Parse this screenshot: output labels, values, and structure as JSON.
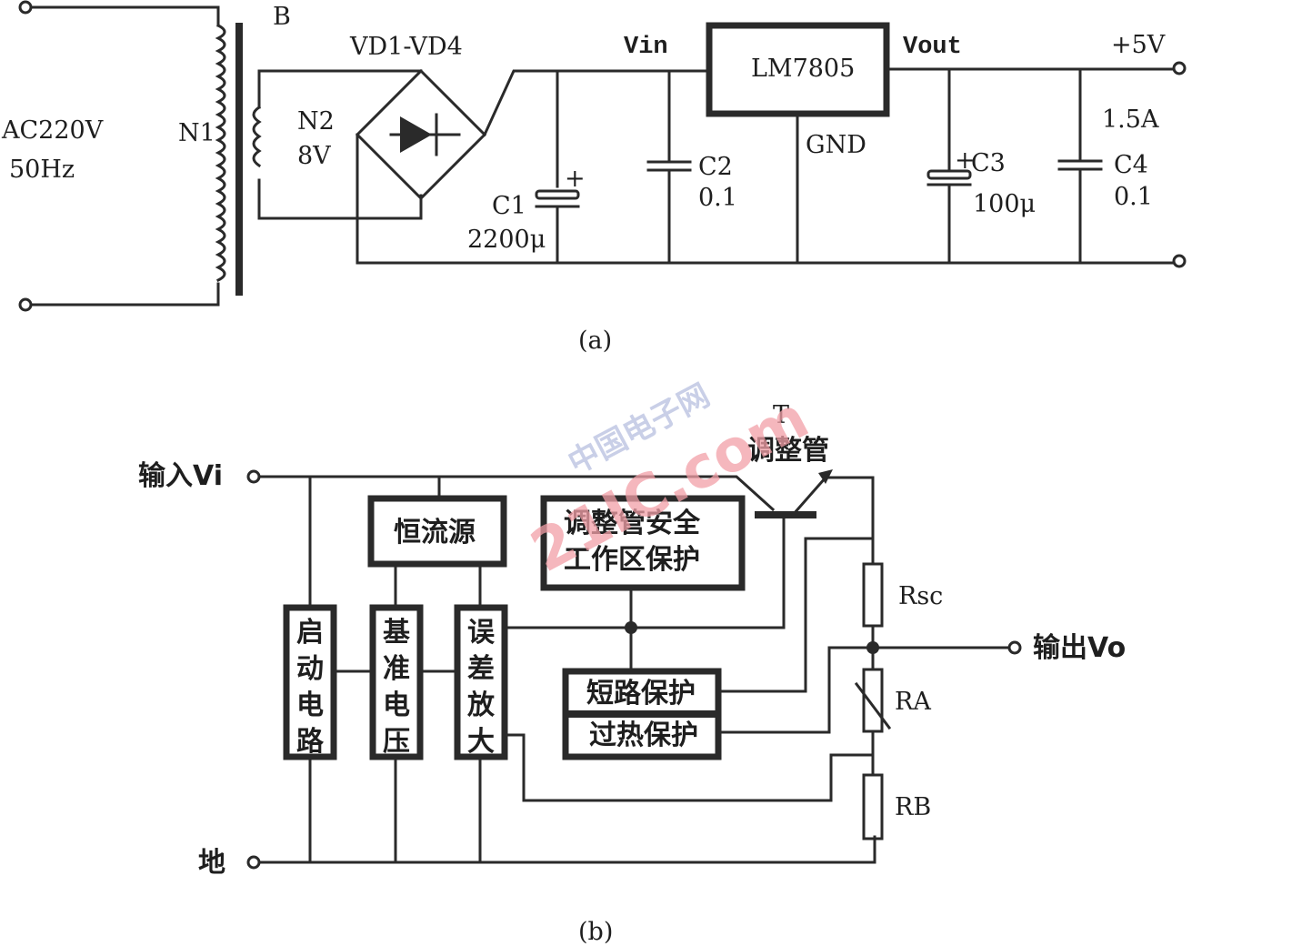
{
  "diagram_a": {
    "caption": "(a)",
    "input_label_line1": "AC220V",
    "input_label_line2": "50Hz",
    "transformer_label": "B",
    "primary_label": "N1",
    "secondary_label_line1": "N2",
    "secondary_label_line2": "8V",
    "bridge_label": "VD1-VD4",
    "c1_name": "C1",
    "c1_value": "2200μ",
    "vin_label": "Vin",
    "c2_name": "C2",
    "c2_value": "0.1",
    "regulator_label": "LM7805",
    "gnd_label": "GND",
    "vout_label": "Vout",
    "c3_name": "C3",
    "c3_value": "100μ",
    "output_voltage": "+5V",
    "output_current": "1.5A",
    "c4_name": "C4",
    "c4_value": "0.1"
  },
  "diagram_b": {
    "caption": "(b)",
    "input_label": "输入Vi",
    "ground_label": "地",
    "output_label": "输出Vo",
    "transistor_name": "T",
    "transistor_label": "调整管",
    "constant_current": "恒流源",
    "soa_line1": "调整管安全",
    "soa_line2": "工作区保护",
    "startup": [
      "启",
      "动",
      "电",
      "路"
    ],
    "reference": [
      "基",
      "准",
      "电",
      "压"
    ],
    "error_amp": [
      "误",
      "差",
      "放",
      "大"
    ],
    "short_protect": "短路保护",
    "thermal_protect": "过热保护",
    "rsc_label": "Rsc",
    "ra_label": "RA",
    "rb_label": "RB"
  },
  "watermark": {
    "line1": "中国电子网",
    "line2": "21IC.com"
  }
}
